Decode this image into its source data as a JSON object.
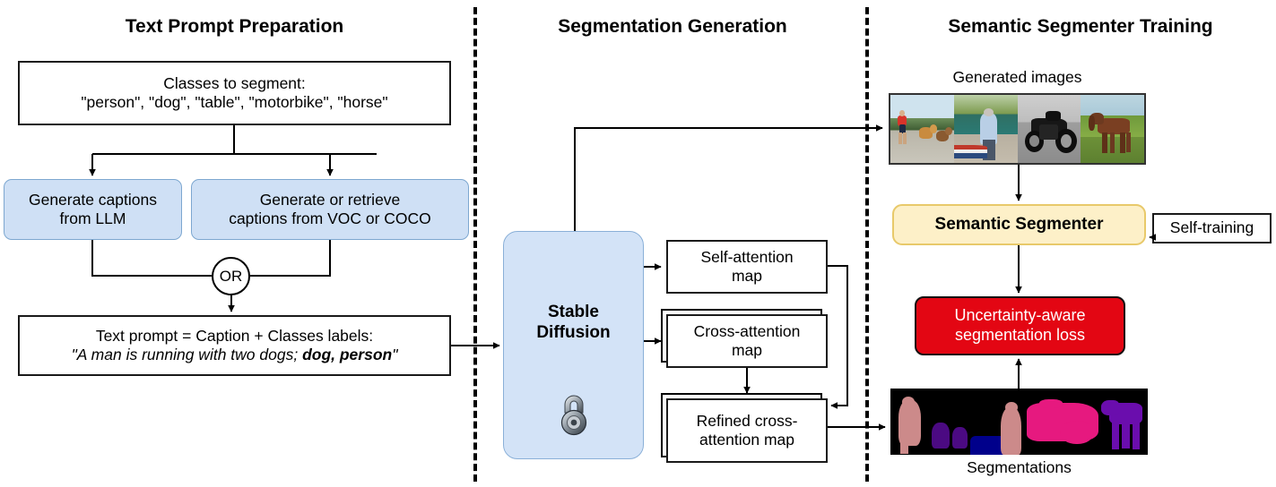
{
  "figure": {
    "panels": [
      {
        "title": "Text Prompt Preparation"
      },
      {
        "title": "Segmentation Generation"
      },
      {
        "title": "Semantic Segmenter Training"
      }
    ]
  },
  "left_panel": {
    "classes_box": {
      "line1": "Classes to segment:",
      "line2": "\"person\", \"dog\", \"table\", \"motorbike\", \"horse\""
    },
    "caption_llm": {
      "line1": "Generate captions",
      "line2": "from LLM"
    },
    "caption_dataset": {
      "line1": "Generate or retrieve",
      "line2": "captions from VOC or COCO"
    },
    "or_label": "OR",
    "prompt_box": {
      "line1": "Text prompt = Caption + Classes labels:",
      "line2_prefix": "\"A man is running with two dogs; ",
      "line2_bold": "dog, person",
      "line2_suffix": "\""
    }
  },
  "middle_panel": {
    "model_box": {
      "line1": "Stable",
      "line2": "Diffusion",
      "icon": "lock-icon"
    },
    "self_attention": {
      "line1": "Self-attention",
      "line2": "map"
    },
    "cross_attention": {
      "line1": "Cross-attention",
      "line2": "map"
    },
    "refined_cross_attention": {
      "line1": "Refined cross-",
      "line2": "attention map"
    }
  },
  "right_panel": {
    "generated_images_label": "Generated images",
    "generated_images": [
      {
        "name": "man-running-with-two-dogs"
      },
      {
        "name": "person-standing-by-lake-with-boat"
      },
      {
        "name": "motorbike-black-and-white"
      },
      {
        "name": "horse-in-flower-field"
      }
    ],
    "segmenter_box": "Semantic Segmenter",
    "self_training_box": "Self-training",
    "loss_box": {
      "line1": "Uncertainty-aware",
      "line2": "segmentation loss"
    },
    "segmentations_label": "Segmentations",
    "segmentation_classes": [
      {
        "label": "person",
        "color": "#cc8a8a"
      },
      {
        "label": "dog",
        "color": "#4b0a82"
      },
      {
        "label": "boat",
        "color": "#00008b"
      },
      {
        "label": "motorbike",
        "color": "#e6197f"
      },
      {
        "label": "horse",
        "color": "#6a0dad"
      },
      {
        "label": "background",
        "color": "#000000"
      }
    ]
  },
  "colors": {
    "blue_fill": "#cfe0f5",
    "yellow_fill": "#fdf0c8",
    "red_fill": "#e30613",
    "white_fill": "#ffffff",
    "stroke": "#000000"
  }
}
